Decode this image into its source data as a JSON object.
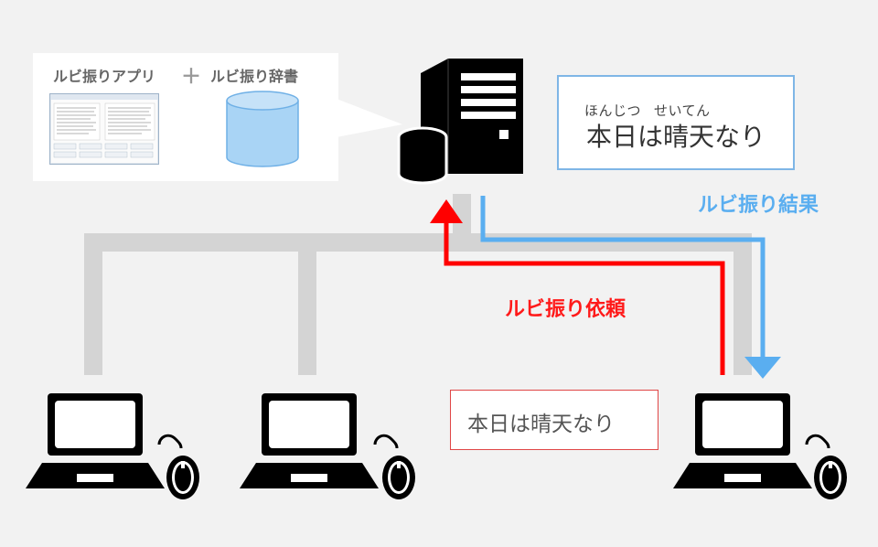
{
  "info_panel": {
    "app_label": "ルビ振りアプリ",
    "plus": "＋",
    "dict_label": "ルビ振り辞書"
  },
  "result_box": {
    "furigana_1": "ほんじつ",
    "furigana_2": "せいてん",
    "text": "本日は晴天なり"
  },
  "request_box": {
    "text": "本日は晴天なり"
  },
  "labels": {
    "result": "ルビ振り結果",
    "request": "ルビ振り依頼"
  },
  "colors": {
    "request_arrow": "#ff0000",
    "result_arrow": "#5aaef0",
    "network_gray": "#d4d4d4",
    "device_black": "#000000",
    "dictionary_blue": "#a9d4f5"
  },
  "icons": [
    "server-icon",
    "database-icon",
    "laptop-icon",
    "mouse-icon",
    "app-screenshot-icon",
    "dictionary-cylinder-icon"
  ]
}
